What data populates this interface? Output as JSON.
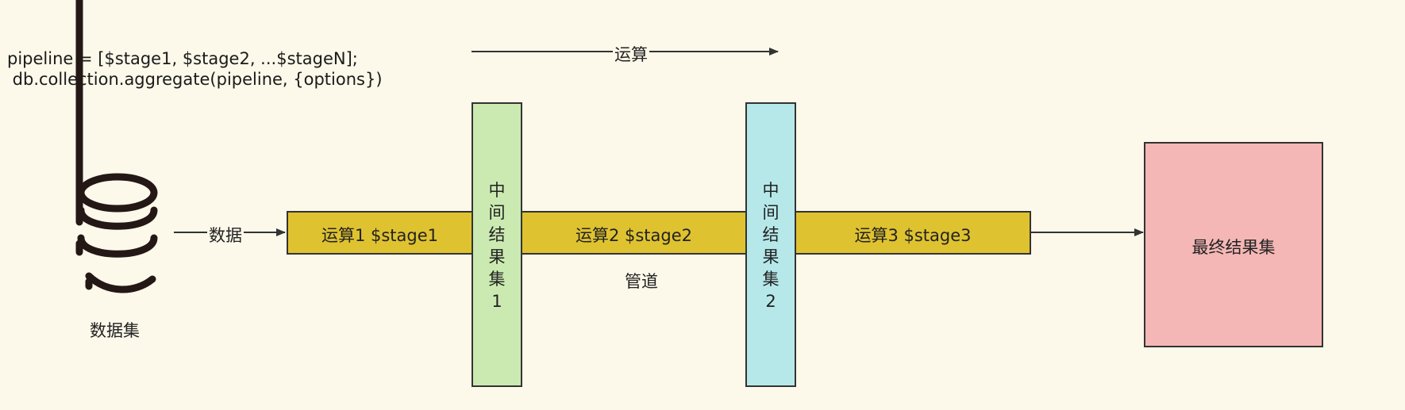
{
  "code": {
    "line1": "pipeline = [$stage1, $stage2, ...$stageN];",
    "line2": " db.collection.aggregate(pipeline, {options})"
  },
  "flow_arrow_label": "运算",
  "data_arrow_label": "数据",
  "dataset_label": "数据集",
  "pipeline_label": "管道",
  "stages": [
    {
      "label": "运算1 $stage1"
    },
    {
      "label": "运算2 $stage2"
    },
    {
      "label": "运算3 $stage3"
    }
  ],
  "intermediate": [
    {
      "chars": [
        "中",
        "间",
        "结",
        "果",
        "集",
        "1"
      ]
    },
    {
      "chars": [
        "中",
        "间",
        "结",
        "果",
        "集",
        "2"
      ]
    }
  ],
  "final_label": "最终结果集",
  "colors": {
    "background": "#fcf8ea",
    "pipe": "#dfc230",
    "intermediate1": "#cbeab1",
    "intermediate2": "#b6e8ea",
    "final": "#f4b7b6",
    "stroke": "#333333"
  }
}
